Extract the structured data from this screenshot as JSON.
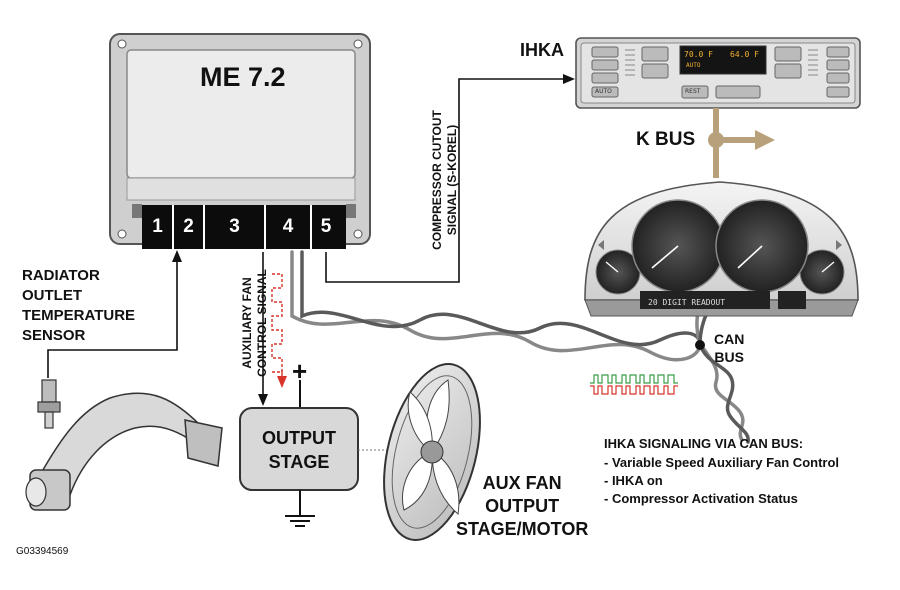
{
  "ecu": {
    "title": "ME 7.2",
    "pins": [
      "1",
      "2",
      "3",
      "4",
      "5"
    ]
  },
  "labels": {
    "sensor": "RADIATOR\nOUTLET\nTEMPERATURE\nSENSOR",
    "ihka": "IHKA",
    "kbus": "K BUS",
    "can_bus": "CAN\nBUS",
    "aux_fan_signal": "AUXILIARY FAN\nCONTROL SIGNAL",
    "compressor": "COMPRESSOR CUTOUT\nSIGNAL (S-KOREL)",
    "output_stage": "OUTPUT\nSTAGE",
    "aux_fan": "AUX FAN\nOUTPUT\nSTAGE/MOTOR",
    "plus": "+"
  },
  "notes": {
    "title": "IHKA  SIGNALING VIA CAN BUS:",
    "items": [
      "- Variable Speed Auxiliary Fan Control",
      "- IHKA on",
      "- Compressor Activation Status"
    ]
  },
  "cluster": {
    "odometer_readout": "20 DIGIT READOUT"
  },
  "climate_display": {
    "left_temp": "70.0 F",
    "right_temp": "64.0 F",
    "mode": "AUTO",
    "auto_button": "AUTO",
    "rest_button": "REST"
  },
  "figure_id": "G03394569",
  "colors": {
    "kbus_arrow": "#b8a07a",
    "signal_red": "#d9342a",
    "can_green": "#3a9e4a",
    "harness": "#777777",
    "ecu_body": "#e6e6e6"
  }
}
